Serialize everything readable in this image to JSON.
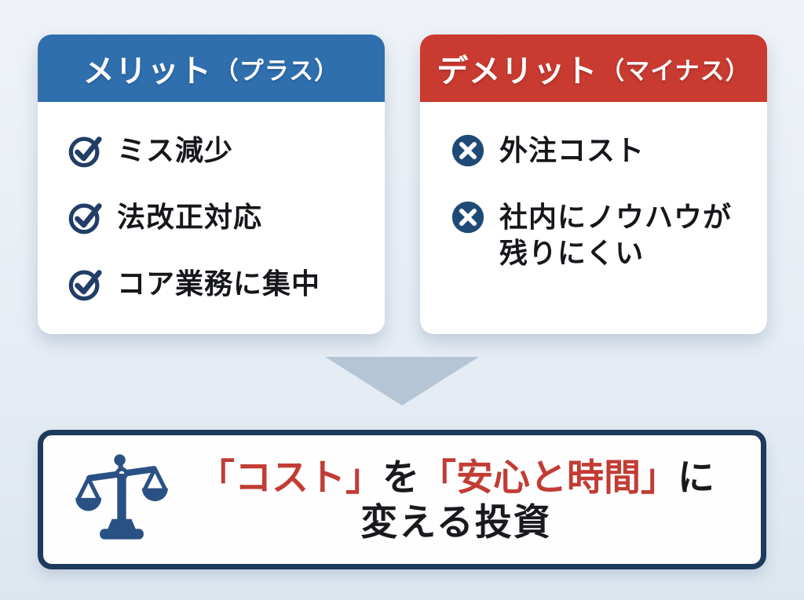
{
  "colors": {
    "header-blue": "#2f6fae",
    "header-red": "#c93a30",
    "navy": "#1e3a5c",
    "icon-check": "#223e66",
    "icon-x-fill": "#1f4a77",
    "arrow": "#b5c5d6",
    "red-text": "#c23c34",
    "scale-icon": "#2a5184"
  },
  "merit_card": {
    "title": "メリット",
    "title_suffix": "（プラス）",
    "items": [
      {
        "label": "ミス減少"
      },
      {
        "label": "法改正対応"
      },
      {
        "label": "コア業務に集中"
      }
    ]
  },
  "demerit_card": {
    "title": "デメリット",
    "title_suffix": "（マイナス）",
    "items": [
      {
        "label": "外注コスト"
      },
      {
        "label": "社内にノウハウが\n残りにくい"
      }
    ]
  },
  "conclusion": {
    "part_cost": "「コスト」",
    "part_wo": "を",
    "part_anshin": "「安心と時間」",
    "part_ni": "に",
    "line2": "変える投資"
  },
  "icons": {
    "merit_item": "check-circle-icon",
    "demerit_item": "x-circle-icon",
    "conclusion": "balance-scale-icon",
    "between_sections": "down-arrow"
  }
}
